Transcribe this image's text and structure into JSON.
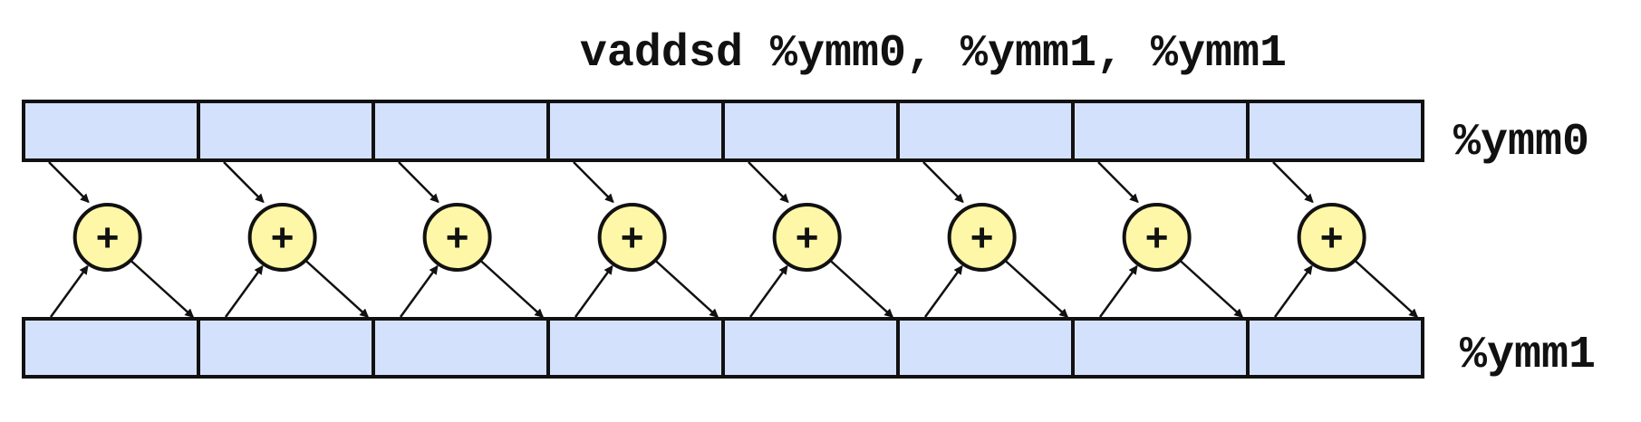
{
  "instruction": "vaddsd %ymm0, %ymm1, %ymm1",
  "registers": {
    "top": "%ymm0",
    "bottom": "%ymm1"
  },
  "lane_count": 8,
  "operator_symbol": "+",
  "colors": {
    "register_cell_fill": "#d4e1fc",
    "adder_fill": "#fdf7a7",
    "stroke": "#111111",
    "text": "#111111"
  }
}
